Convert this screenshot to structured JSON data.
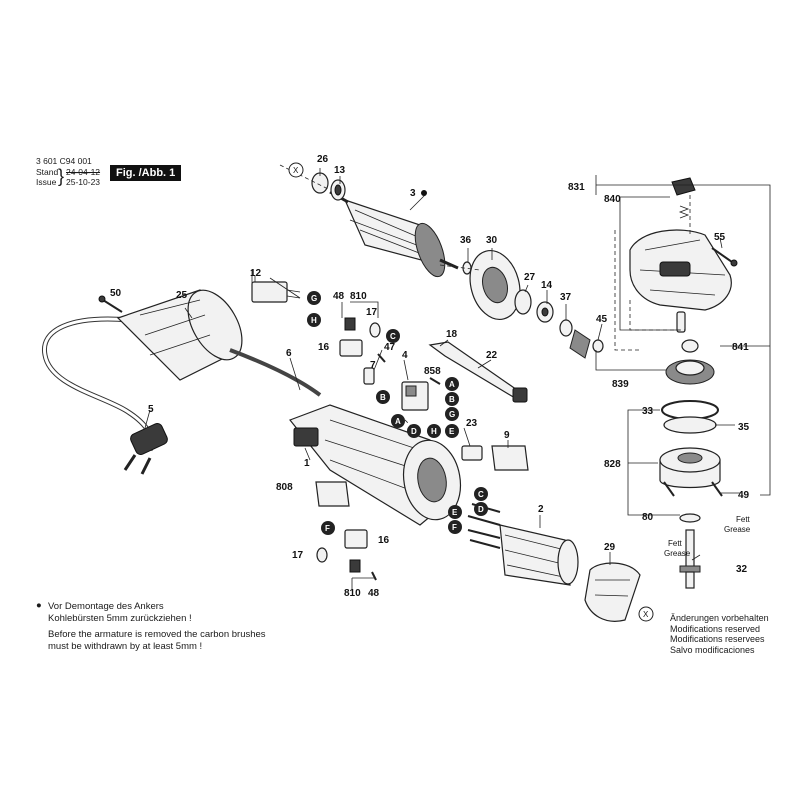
{
  "header": {
    "code": "3 601 C94 001",
    "stand_label": "Stand",
    "stand_value": "24-04-12",
    "issue_label": "Issue",
    "issue_value": "25-10-23",
    "figure": "Fig. /Abb. 1"
  },
  "note": {
    "de_line1": "Vor Demontage des Ankers",
    "de_line2": "Kohlebürsten 5mm zurückziehen !",
    "en_line1": "Before the armature is removed the carbon brushes",
    "en_line2": "must be withdrawn by at least 5mm !"
  },
  "modifications": [
    "Änderungen vorbehalten",
    "Modifications reserved",
    "Modifications reservees",
    "Salvo modificaciones"
  ],
  "grease_labels": {
    "fett": "Fett",
    "grease": "Grease"
  },
  "parts": {
    "p1": "1",
    "p2": "2",
    "p3": "3",
    "p4": "4",
    "p5": "5",
    "p6": "6",
    "p7": "7",
    "p9": "9",
    "p12": "12",
    "p13": "13",
    "p14": "14",
    "p16a": "16",
    "p16b": "16",
    "p17a": "17",
    "p17b": "17",
    "p18": "18",
    "p22": "22",
    "p23": "23",
    "p25": "25",
    "p26": "26",
    "p27": "27",
    "p29": "29",
    "p30": "30",
    "p32": "32",
    "p33": "33",
    "p35": "35",
    "p36": "36",
    "p37": "37",
    "p45": "45",
    "p47": "47",
    "p48a": "48",
    "p48b": "48",
    "p49": "49",
    "p50": "50",
    "p55": "55",
    "p80": "80",
    "p808": "808",
    "p810a": "810",
    "p810b": "810",
    "p828": "828",
    "p831": "831",
    "p839": "839",
    "p840": "840",
    "p841": "841",
    "p858": "858"
  },
  "markers": {
    "x": "X",
    "a": "A",
    "b": "B",
    "c": "C",
    "d": "D",
    "e": "E",
    "f": "F",
    "g": "G",
    "h": "H"
  }
}
